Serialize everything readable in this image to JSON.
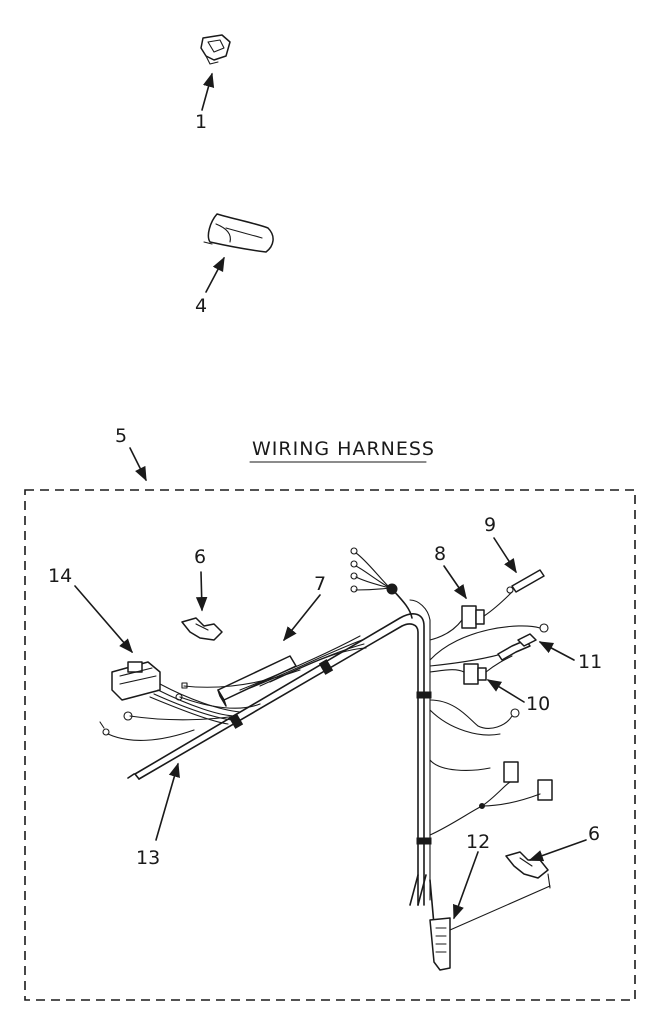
{
  "title": "WIRING HARNESS",
  "callouts": {
    "c1": "1",
    "c4": "4",
    "c5": "5",
    "c6a": "6",
    "c6b": "6",
    "c7": "7",
    "c8": "8",
    "c9": "9",
    "c10": "10",
    "c11": "11",
    "c12": "12",
    "c13": "13",
    "c14": "14"
  }
}
